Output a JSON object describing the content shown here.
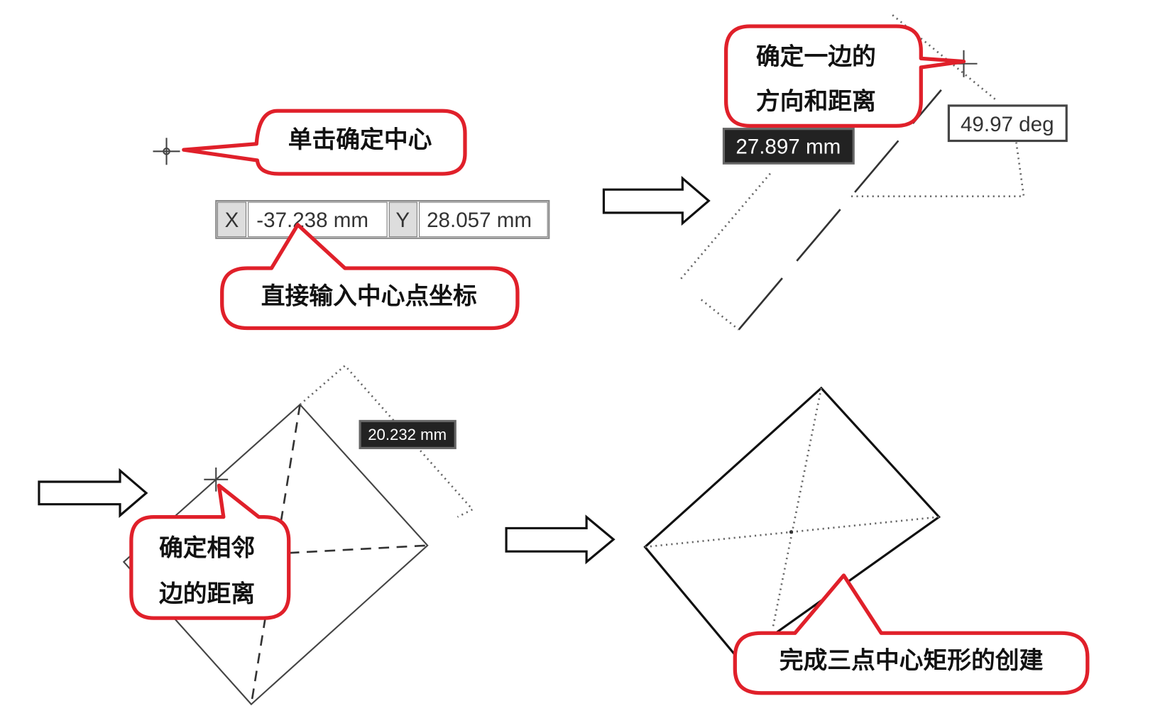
{
  "step1": {
    "callout": "单击确定中心"
  },
  "coord_input": {
    "x_label": "X",
    "x_value": "-37.238 mm",
    "y_label": "Y",
    "y_value": "28.057 mm"
  },
  "step1b": {
    "callout": "直接输入中心点坐标"
  },
  "step2": {
    "callout_line1": "确定一边的",
    "callout_line2": "方向和距离",
    "length": "27.897 mm",
    "angle": "49.97 deg"
  },
  "step3": {
    "callout_line1": "确定相邻",
    "callout_line2": "边的距离",
    "distance": "20.232 mm"
  },
  "step4": {
    "callout": "完成三点中心矩形的创建"
  },
  "colors": {
    "callout_border": "#e0202a"
  }
}
